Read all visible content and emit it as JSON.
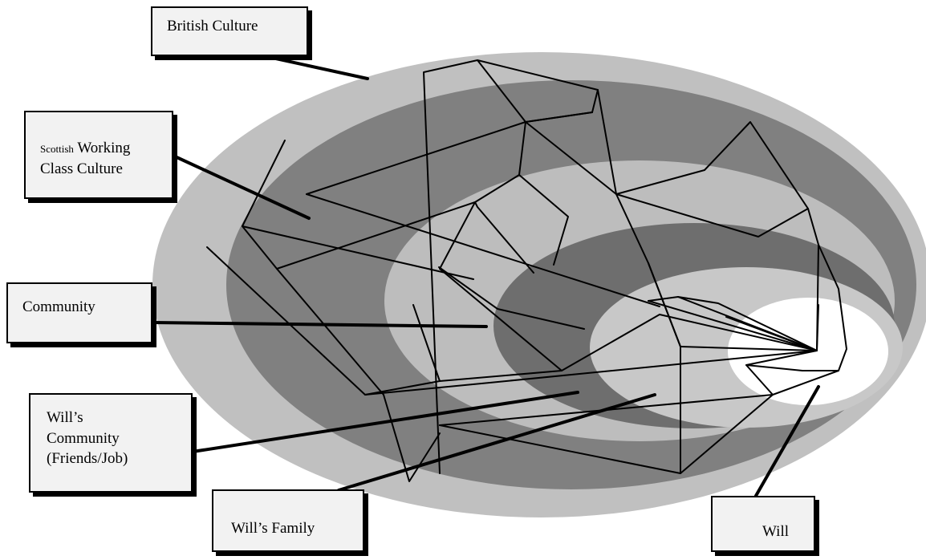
{
  "labels": {
    "british_culture": "British Culture",
    "scottish_prefix": "Scottish",
    "scottish_rest_line1": "Working",
    "scottish_line2": "Class Culture",
    "community": "Community",
    "wills_community_line1": "Will’s",
    "wills_community_line2": "Community",
    "wills_community_line3": "(Friends/Job)",
    "wills_family": "Will’s Family",
    "will": "Will"
  },
  "colors": {
    "ring_outer": "#c0c0c0",
    "ring_second": "#808080",
    "ring_middle": "#bdbdbd",
    "ring_fourth": "#6e6e6e",
    "ring_fifth": "#c8c8c8",
    "center": "#ffffff",
    "network_line": "#000000",
    "box_fill": "#f2f2f2"
  }
}
